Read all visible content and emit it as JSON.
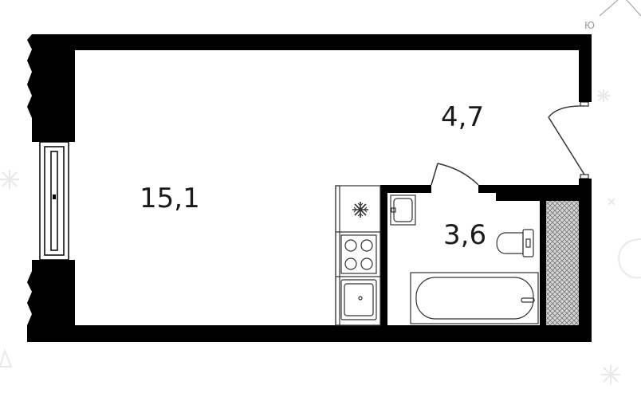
{
  "rooms": {
    "main": {
      "area": "15,1"
    },
    "hall": {
      "area": "4,7"
    },
    "bathroom": {
      "area": "3,6"
    }
  },
  "compass": {
    "label": "Ю"
  },
  "colors": {
    "wall": "#000000",
    "line": "#333333",
    "shaft": "#c8c8c8",
    "background": "#ffffff",
    "decor": "#eeeeee"
  },
  "icons": [
    "snowflake-icon",
    "stove-icon",
    "sink-icon",
    "toilet-icon",
    "bathtub-icon"
  ]
}
